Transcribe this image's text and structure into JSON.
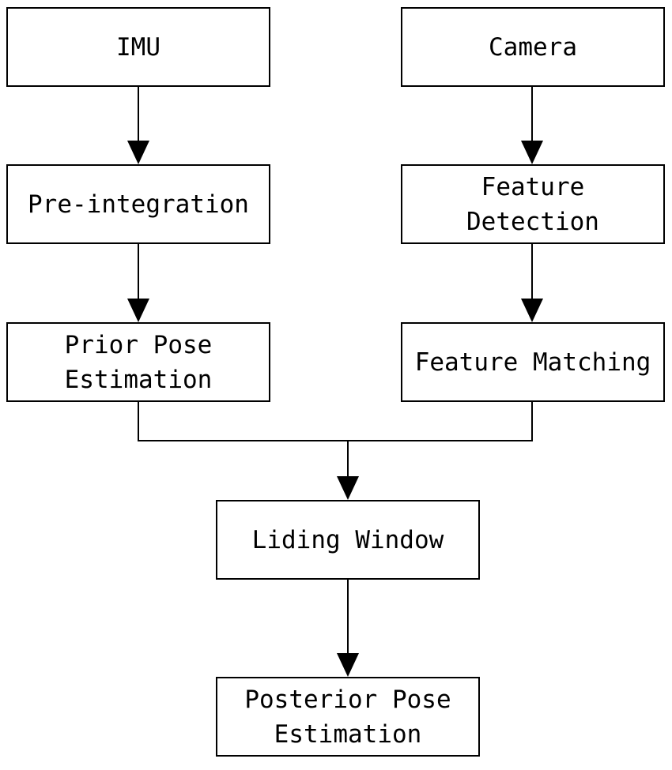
{
  "nodes": {
    "imu": "IMU",
    "camera": "Camera",
    "preintegration": "Pre-integration",
    "feature_detection": "Feature\nDetection",
    "prior_pose": "Prior Pose\nEstimation",
    "feature_matching": "Feature Matching",
    "sliding_window": "Liding Window",
    "posterior_pose": "Posterior Pose\nEstimation"
  },
  "edges": [
    [
      "imu",
      "preintegration"
    ],
    [
      "preintegration",
      "prior_pose"
    ],
    [
      "camera",
      "feature_detection"
    ],
    [
      "feature_detection",
      "feature_matching"
    ],
    [
      "prior_pose",
      "sliding_window"
    ],
    [
      "feature_matching",
      "sliding_window"
    ],
    [
      "sliding_window",
      "posterior_pose"
    ]
  ]
}
